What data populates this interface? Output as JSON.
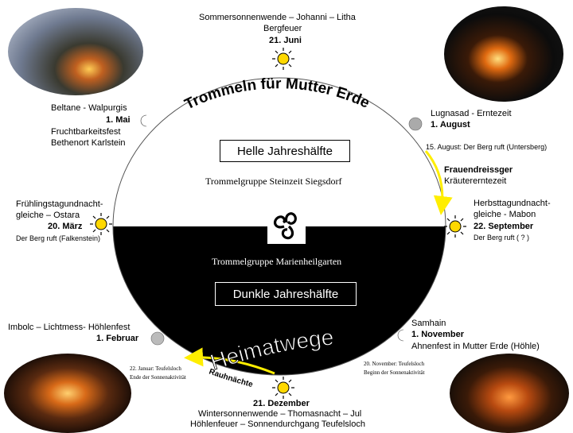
{
  "title_arc": "Trommeln für Mutter Erde",
  "bottom_arc": "Heimatwege",
  "raunaechte": "Rauhnächte",
  "light_half": "Helle Jahreshälfte",
  "dark_half": "Dunkle Jahreshälfte",
  "group_light": "Trommelgruppe Steinzeit Siegsdorf",
  "group_dark": "Trommelgruppe Marienheilgarten",
  "summer": {
    "line1": "Sommersonnenwende – Johanni – Litha",
    "line2": "Bergfeuer",
    "date": "21. Juni"
  },
  "beltane": {
    "line1": "Beltane - Walpurgis",
    "date": "1. Mai",
    "line3": "Fruchtbarkeitsfest",
    "line4": "Bethenort Karlstein"
  },
  "lugnasad": {
    "line1": "Lugnasad - Erntezeit",
    "date": "1. August"
  },
  "berg_untersberg": "15. August: Der Berg ruft (Untersberg)",
  "frauen": {
    "line1": "Frauendreissger",
    "line2": "Kräutererntezeit"
  },
  "spring": {
    "line1": "Frühlingstagundnacht-",
    "line2": "gleiche – Ostara",
    "date": "20. März",
    "note": "Der Berg ruft (Falkenstein)"
  },
  "autumn": {
    "line1": "Herbsttagundnacht-",
    "line2": "gleiche - Mabon",
    "date": "22. September",
    "note": "Der Berg ruft ( ? )"
  },
  "imbolc": {
    "line1": "Imbolc – Lichtmess- Höhlenfest",
    "date": "1. Februar"
  },
  "samhain": {
    "line1": "Samhain",
    "date": "1. November",
    "line3": "Ahnenfest in Mutter Erde (Höhle)"
  },
  "note_jan": {
    "line1": "22. Januar: Teufelsloch",
    "line2": "Ende der Sonnenaktivität"
  },
  "note_nov": {
    "line1": "20. November: Teufelsloch",
    "line2": "Beginn der Sonnenaktivität"
  },
  "winter": {
    "date": "21. Dezember",
    "line1": "Wintersonnenwende – Thomasnacht – Jul",
    "line2": "Höhlenfeuer – Sonnendurchgang Teufelsloch"
  },
  "colors": {
    "dark": "#000000",
    "arrow": "#ffee00",
    "sun": "#ffd800"
  }
}
